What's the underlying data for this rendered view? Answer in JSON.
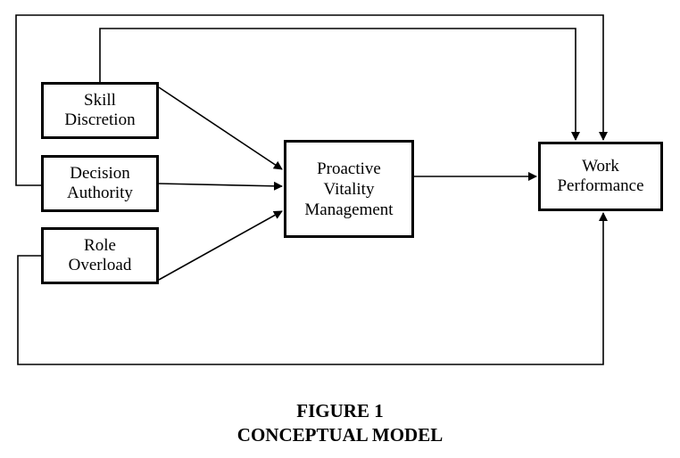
{
  "nodes": {
    "skill_discretion": "Skill\nDiscretion",
    "decision_authority": "Decision\nAuthority",
    "role_overload": "Role\nOverload",
    "proactive_vitality_management": "Proactive\nVitality\nManagement",
    "work_performance": "Work\nPerformance"
  },
  "caption": {
    "line1": "FIGURE 1",
    "line2": "CONCEPTUAL MODEL"
  },
  "colors": {
    "line": "#000000",
    "background": "#ffffff"
  }
}
